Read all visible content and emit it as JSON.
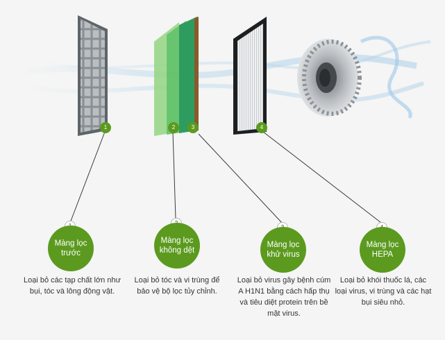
{
  "colors": {
    "accent_green": "#5b9a1e",
    "light_green": "#8fd37a",
    "dark_green": "#2e9c5f"
  },
  "stages": [
    {
      "number": "1",
      "title": "Màng lọc trước",
      "description": "Loại bỏ các tạp chất lớn như bụi, tóc và lông động vật."
    },
    {
      "number": "2",
      "title": "Màng lọc không dệt",
      "description": "Loại bỏ tóc và vi trùng để bảo vệ bộ lọc tủy chỉnh."
    },
    {
      "number": "3",
      "title": "Màng lọc khử virus",
      "description": "Loại bỏ virus gây bệnh cúm A H1N1 bằng cách hấp thụ và tiêu diệt protein trên bề mặt virus."
    },
    {
      "number": "4",
      "title": "Màng lọc HEPA",
      "description": "Loại bỏ khói thuốc lá, các loại virus, vi trùng và các hạt bụi siêu nhỏ."
    }
  ],
  "layer_badges": [
    "1",
    "2",
    "3",
    "4"
  ]
}
